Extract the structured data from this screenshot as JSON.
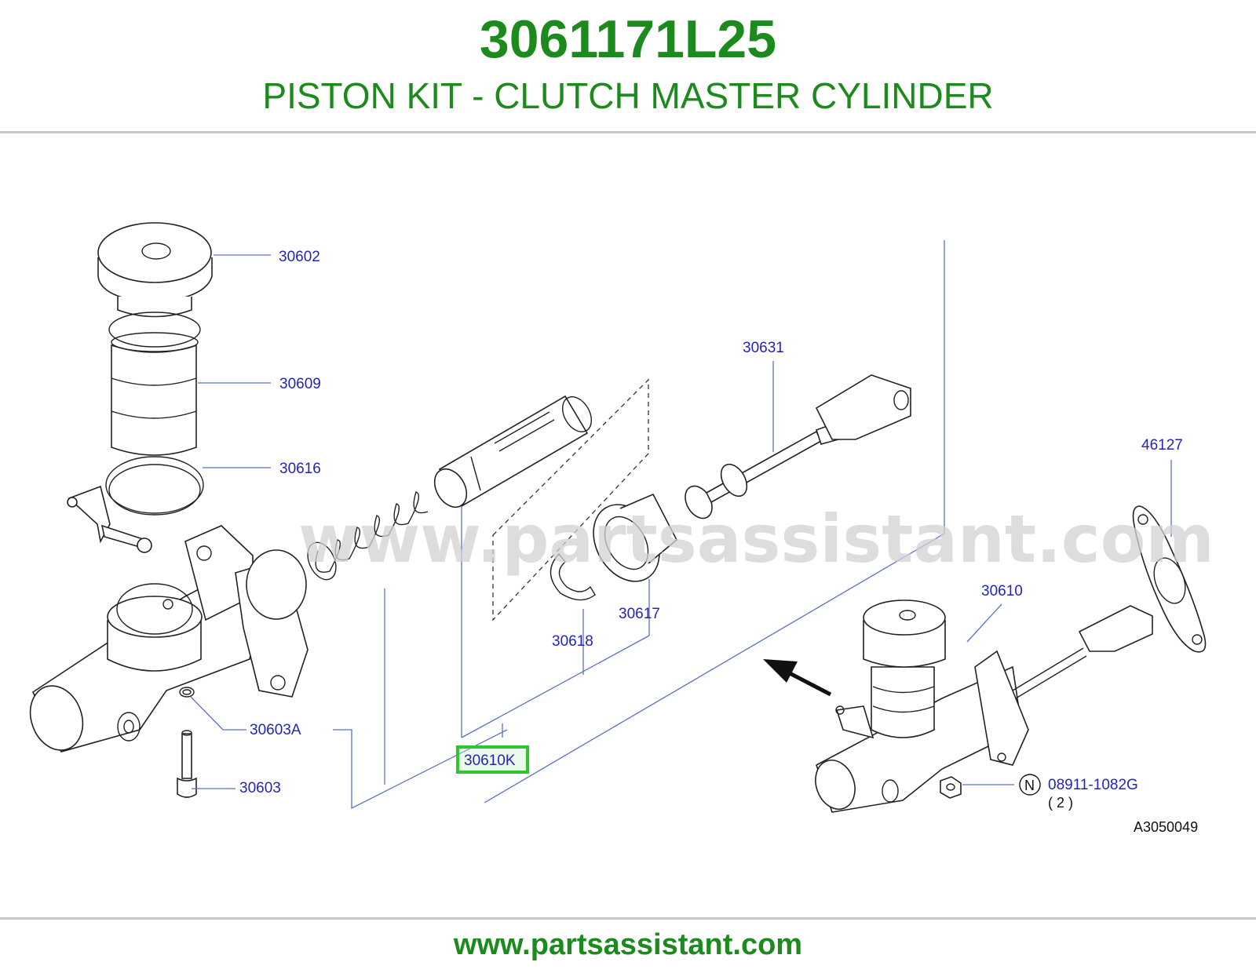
{
  "header": {
    "part_number": "3061171L25",
    "title": "PISTON KIT - CLUTCH MASTER CYLINDER"
  },
  "diagram": {
    "watermark": "www.partsassistant.com",
    "reference_code": "A3050049",
    "callouts": {
      "c30602": "30602",
      "c30609": "30609",
      "c30616": "30616",
      "c30631": "30631",
      "c46127": "46127",
      "c30610": "30610",
      "c30617": "30617",
      "c30618": "30618",
      "c30603A": "30603A",
      "c30603": "30603",
      "c30610K": "30610K",
      "c08911": "08911-1082G",
      "c08911_qty": "( 2 )",
      "n_marker": "N"
    },
    "highlight_color": "#2ec52e",
    "callout_color": "#2424b8",
    "brand_color": "#1c8a1c"
  },
  "footer": {
    "url": "www.partsassistant.com"
  }
}
